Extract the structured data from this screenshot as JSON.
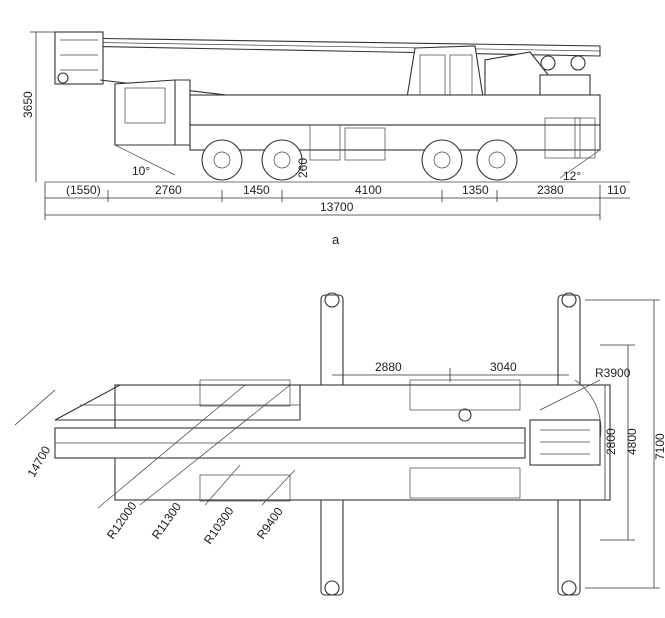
{
  "side_view": {
    "caption": "a",
    "height_dim": "3650",
    "angle_front": "10°",
    "angle_rear": "12°",
    "clearance": "260",
    "dims": [
      "(1550)",
      "2760",
      "1450",
      "4100",
      "1350",
      "2380",
      "110"
    ],
    "total_length": "13700"
  },
  "plan_view": {
    "outrigger_span_x": [
      "2880",
      "3040"
    ],
    "tail_radius": "R3900",
    "width_inner": "2800",
    "width_outer": "4800",
    "width_outrigger": "7100",
    "boom_length": "14700",
    "radii": [
      "R12000",
      "R11300",
      "R10300",
      "R9400"
    ]
  },
  "colors": {
    "line": "#333333",
    "background": "#ffffff"
  }
}
